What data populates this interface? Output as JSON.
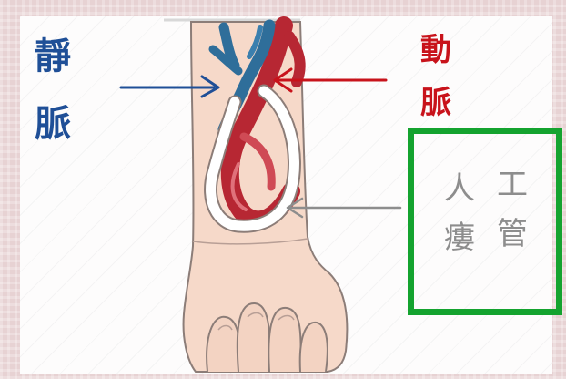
{
  "labels": {
    "vein_line1": "靜",
    "vein_line2": "脈",
    "artery_line1": "動",
    "artery_line2": "脈",
    "tube_col1_top": "人",
    "tube_col1_bottom": "瘻",
    "tube_col2_top": "工",
    "tube_col2_bottom": "管"
  },
  "colors": {
    "vein_blue": "#1f4f97",
    "artery_red": "#c8131b",
    "skin": "#f6d9c9",
    "highlight_box": "#14a32f",
    "pointer_gray": "#8d8d8d"
  },
  "icons": {
    "vein_arrow": "arrow-right-icon",
    "artery_arrow": "arrow-left-icon",
    "tube_arrow": "arrow-left-icon"
  }
}
